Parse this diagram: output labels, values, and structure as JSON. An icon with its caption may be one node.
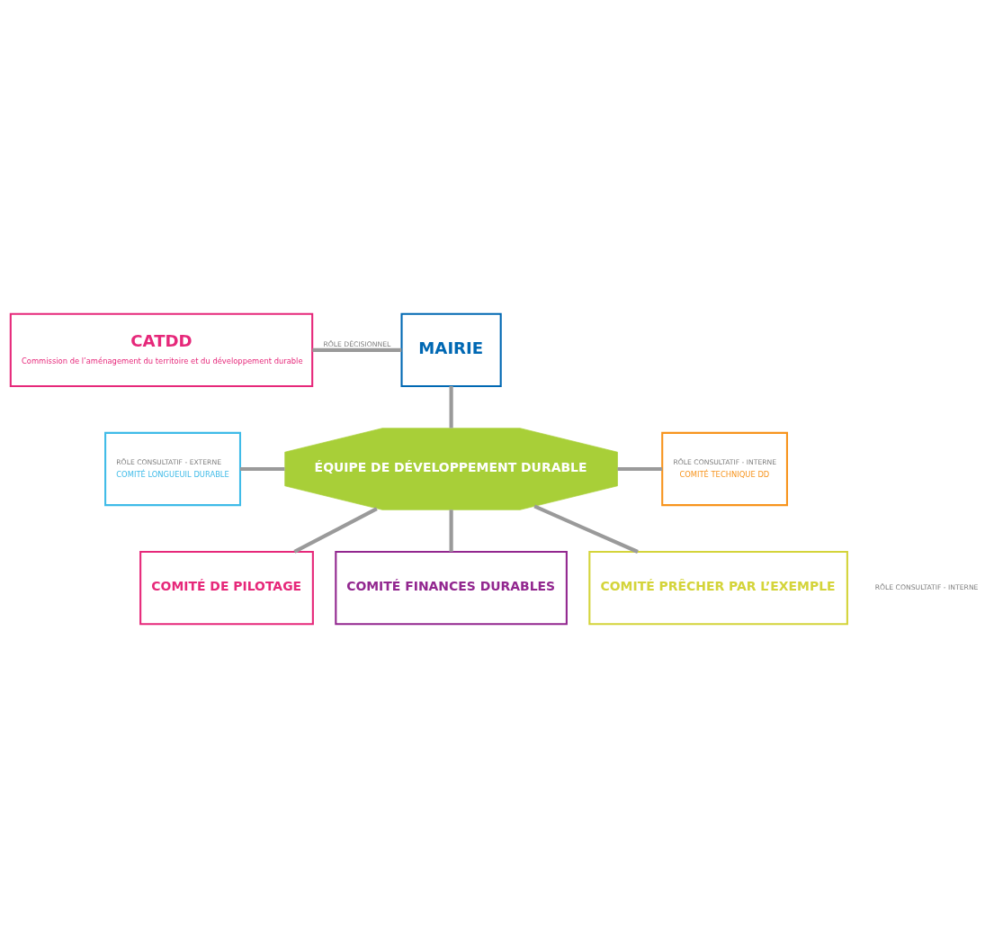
{
  "diagram": {
    "nodes": [
      {
        "text": [
          "MAIRIE"
        ]
      },
      {
        "text": [
          "CATDD",
          "Commission de l’aménagement du territoire et du développement durable"
        ]
      },
      {
        "text": [
          "ÉQUIPE DE DÉVELOPPEMENT DURABLE"
        ]
      },
      {
        "text": [
          "RÔLE CONSULTATIF - EXTERNE",
          "COMITÉ LONGUEUIL DURABLE"
        ]
      },
      {
        "text": [
          "RÔLE CONSULTATIF - INTERNE",
          "COMITÉ TECHNIQUE DD"
        ]
      },
      {
        "text": [
          "COMITÉ DE PILOTAGE"
        ]
      },
      {
        "text": [
          "COMITÉ FINANCES DURABLES"
        ]
      },
      {
        "text": [
          "COMITÉ PRÊCHER PAR L’EXEMPLE"
        ]
      }
    ],
    "edges": [
      {
        "from": 0,
        "to": 2,
        "arrow": "none"
      },
      {
        "from": 1,
        "to": 0,
        "arrow": "none",
        "label": "RÔLE DÉCISIONNEL"
      },
      {
        "from": 3,
        "to": 2,
        "arrow": "none"
      },
      {
        "from": 2,
        "to": 4,
        "arrow": "none"
      },
      {
        "from": 2,
        "to": 5,
        "arrow": "none"
      },
      {
        "from": 2,
        "to": 6,
        "arrow": "none"
      },
      {
        "from": 2,
        "to": 7,
        "arrow": "none"
      }
    ],
    "labels": [
      "RÔLE CONSULTATIF - INTERNE"
    ]
  }
}
